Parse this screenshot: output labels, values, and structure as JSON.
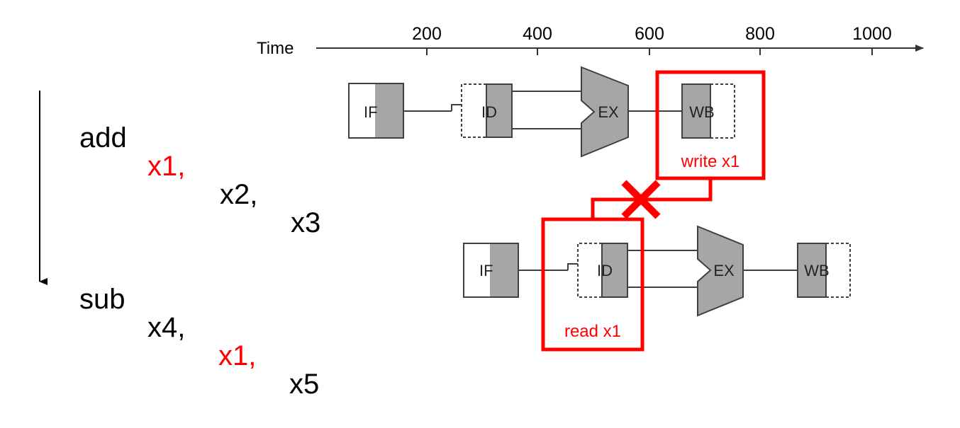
{
  "time_axis": {
    "label": "Time",
    "ticks": [
      "200",
      "400",
      "600",
      "800",
      "1000"
    ]
  },
  "instructions": [
    {
      "opcode": "add",
      "operands": [
        {
          "text": "x1,",
          "highlight": true
        },
        {
          "text": "x2,",
          "highlight": false
        },
        {
          "text": "x3",
          "highlight": false
        }
      ]
    },
    {
      "opcode": "sub",
      "operands": [
        {
          "text": "x4,",
          "highlight": false
        },
        {
          "text": "x1,",
          "highlight": true
        },
        {
          "text": "x5",
          "highlight": false
        }
      ]
    }
  ],
  "pipeline_stages": [
    "IF",
    "ID",
    "EX",
    "WB"
  ],
  "annotations": {
    "write_label": "write x1",
    "read_label": "read x1"
  },
  "colors": {
    "highlight": "#ff0000",
    "stage_shade": "#a6a6a6",
    "line": "#404040"
  }
}
